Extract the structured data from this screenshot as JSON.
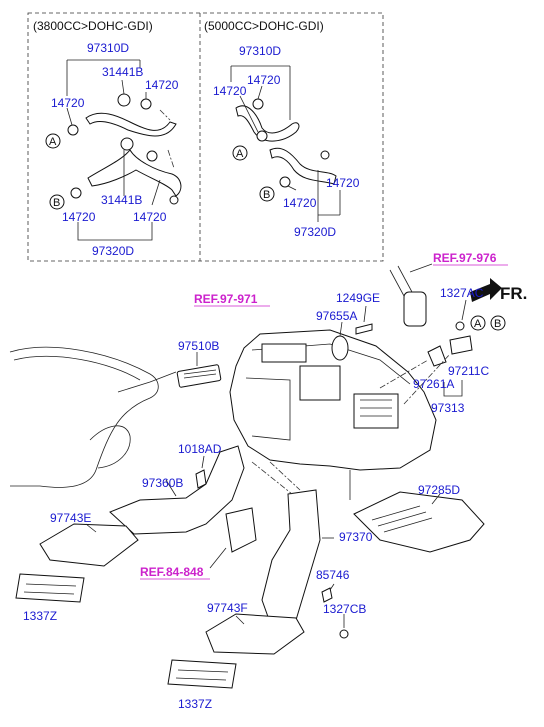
{
  "boxes": {
    "left_header": "(3800CC>DOHC-GDI)",
    "right_header": "(5000CC>DOHC-GDI)"
  },
  "left_box": {
    "hose_upper": "97310D",
    "clamp_a1": "31441B",
    "clamp_b1": "14720",
    "clamp_c1": "14720",
    "clamp_b2": "31441B",
    "clamp_d1": "14720",
    "clamp_e1": "14720",
    "hose_lower": "97320D"
  },
  "right_box": {
    "hose_upper": "97310D",
    "clamp_a": "14720",
    "clamp_b": "14720",
    "clamp_c": "14720",
    "clamp_d": "14720",
    "hose_lower": "97320D"
  },
  "circle_marks": [
    "A",
    "B"
  ],
  "refs": {
    "ref_976": "REF.97-976",
    "ref_971": "REF.97-971",
    "ref_848": "REF.84-848"
  },
  "direction": "FR.",
  "main": {
    "p1249GE": "1249GE",
    "p1327AC": "1327AC",
    "p97655A": "97655A",
    "p97510B": "97510B",
    "p97211C": "97211C",
    "p97261A": "97261A",
    "p97313": "97313",
    "p1018AD": "1018AD",
    "p97360B": "97360B",
    "p97285D": "97285D",
    "p97743E": "97743E",
    "p97370": "97370",
    "p85746": "85746",
    "p1337Z_left": "1337Z",
    "p97743F": "97743F",
    "p1327CB": "1327CB",
    "p1337Z_bottom": "1337Z"
  }
}
